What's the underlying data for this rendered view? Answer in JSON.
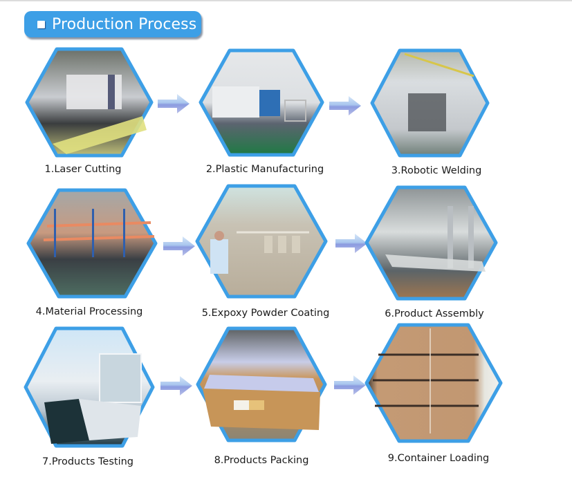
{
  "header": {
    "title": "Production Process",
    "icon": "square-bullet-icon",
    "accent_color": "#3d9fe6"
  },
  "steps": [
    {
      "label": "1.Laser Cutting",
      "image": "laser-cutting-photo"
    },
    {
      "label": "2.Plastic Manufacturing",
      "image": "plastic-manufacturing-photo"
    },
    {
      "label": "3.Robotic Welding",
      "image": "robotic-welding-photo"
    },
    {
      "label": "4.Material Processing",
      "image": "material-processing-photo"
    },
    {
      "label": "5.Expoxy Powder Coating",
      "image": "powder-coating-photo"
    },
    {
      "label": "6.Product Assembly",
      "image": "product-assembly-photo"
    },
    {
      "label": "7.Products Testing",
      "image": "products-testing-photo"
    },
    {
      "label": "8.Products Packing",
      "image": "products-packing-photo"
    },
    {
      "label": "9.Container Loading",
      "image": "container-loading-photo"
    }
  ],
  "colors": {
    "hex_border": "#3d9fe6",
    "arrow_top": "#b9d3f2",
    "arrow_bottom": "#7f8fd8"
  }
}
